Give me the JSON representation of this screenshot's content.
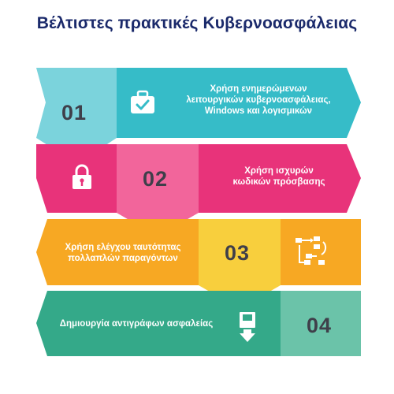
{
  "title": "Βέλτιστες πρακτικές Κυβερνοασφάλειας",
  "steps": [
    {
      "number": "01",
      "text_lines": [
        "Χρήση ενημερώμενων",
        "λειτουργικών κυβερνοασφάλειας,",
        "Windows και λογισμικών"
      ],
      "icon": "briefcase-check-icon"
    },
    {
      "number": "02",
      "text_lines": [
        "Χρήση ισχυρών",
        "κωδικών πρόσβασης"
      ],
      "icon": "padlock-icon"
    },
    {
      "number": "03",
      "text_lines": [
        "Χρήση ελέγχου ταυτότητας",
        "πολλαπλών παραγόντων"
      ],
      "icon": "workflow-icon"
    },
    {
      "number": "04",
      "text_lines": [
        "Δημιουργία αντιγράφων ασφαλείας"
      ],
      "icon": "download-backup-icon"
    }
  ],
  "colors": {
    "title": "#1b2a6b",
    "band1_main": "#36bcc8",
    "band1_tab": "#7bd3dc",
    "band2_main": "#e8337a",
    "band2_tab": "#f2659b",
    "band3_main": "#f7a823",
    "band3_tab": "#f8cf3d",
    "band4_main": "#34a989",
    "band4_tab": "#6bc3a9"
  }
}
